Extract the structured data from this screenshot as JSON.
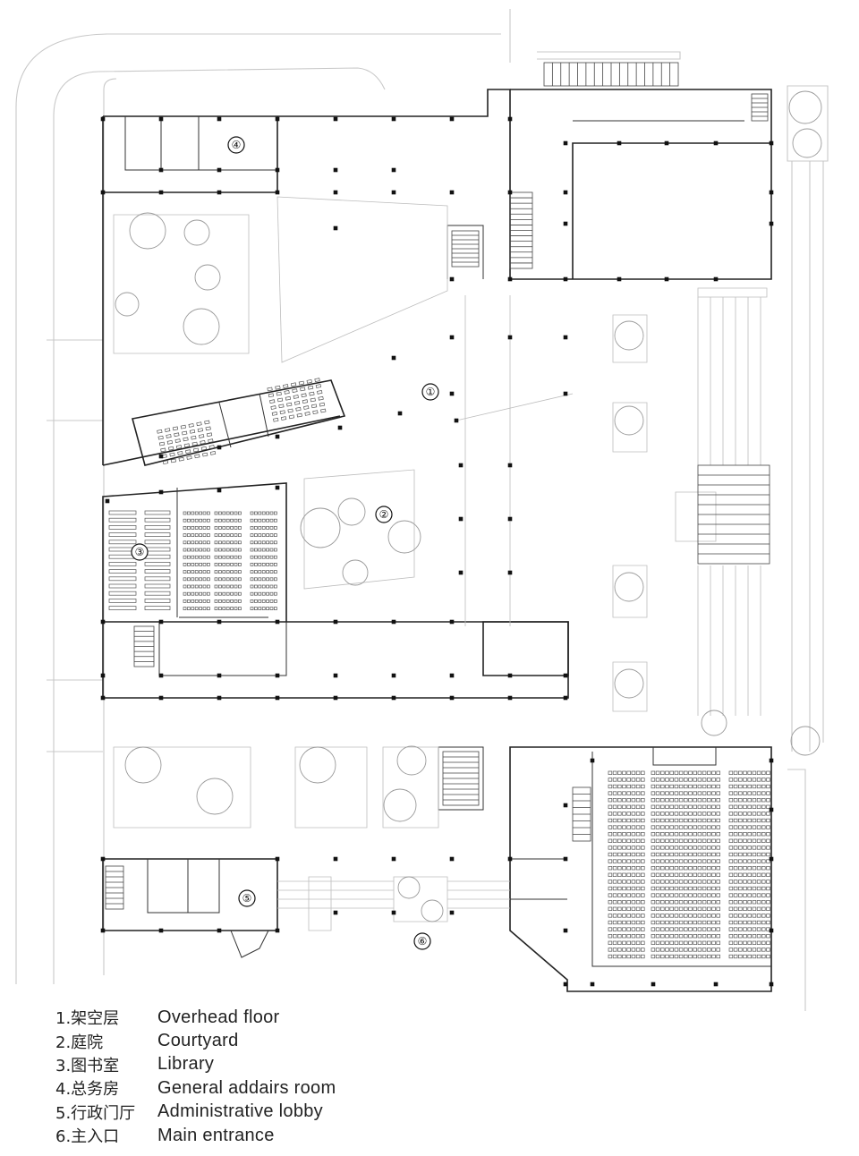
{
  "markers": [
    "①",
    "②",
    "③",
    "④",
    "⑤",
    "⑥"
  ],
  "legend": [
    {
      "key": "1.架空层",
      "label": "Overhead floor"
    },
    {
      "key": "2.庭院",
      "label": "Courtyard"
    },
    {
      "key": "3.图书室",
      "label": "Library"
    },
    {
      "key": "4.总务房",
      "label": "General addairs room"
    },
    {
      "key": "5.行政门厅",
      "label": "Administrative lobby"
    },
    {
      "key": "6.主入口",
      "label": "Main entrance"
    }
  ],
  "colors": {
    "wall": "#222222",
    "site": "#c8c8c8",
    "tree": "#9a9a9a",
    "text": "#222222"
  }
}
